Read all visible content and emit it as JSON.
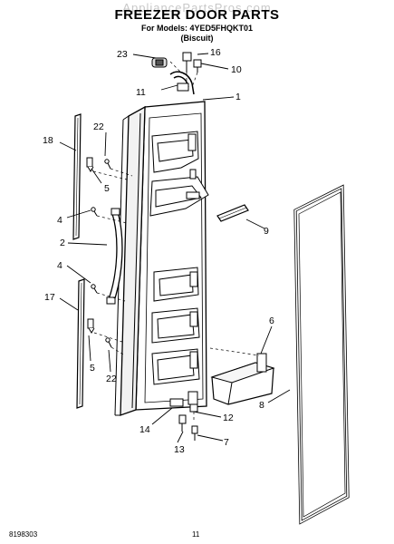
{
  "watermark": "AppliancePartsPros.com",
  "header": {
    "title": "FREEZER DOOR PARTS",
    "models": "For Models: 4YED5FHQKT01",
    "color": "(Biscuit)"
  },
  "callouts": [
    "1",
    "2",
    "4",
    "4",
    "5",
    "5",
    "6",
    "7",
    "8",
    "9",
    "10",
    "11",
    "12",
    "13",
    "14",
    "16",
    "17",
    "18",
    "22",
    "22",
    "23"
  ],
  "footer": {
    "code": "8198303",
    "page": "11"
  }
}
